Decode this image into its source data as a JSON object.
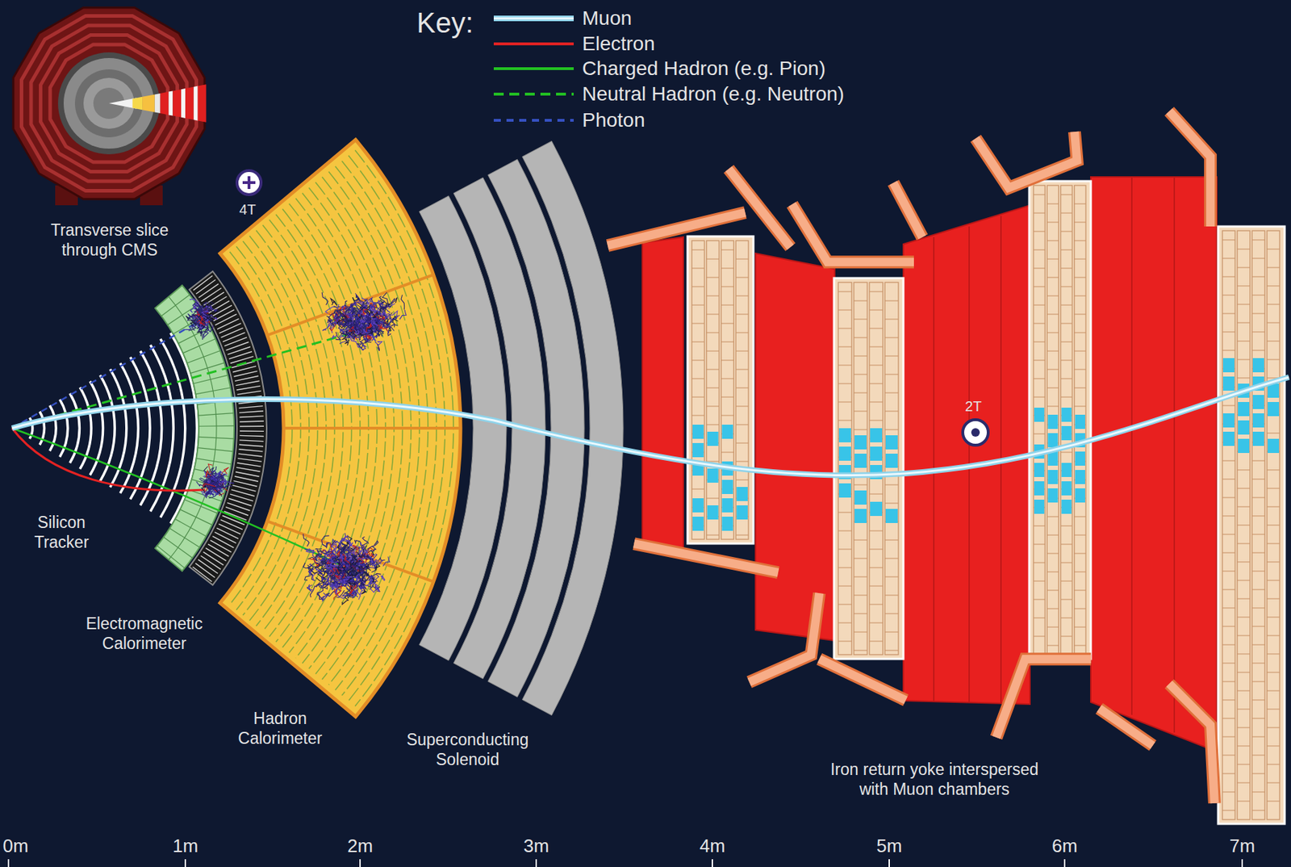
{
  "diagram": {
    "labels": [
      "Key:",
      "Transverse slice through CMS",
      "4T",
      "Silicon Tracker",
      "Electromagnetic Calorimeter",
      "Hadron Calorimeter",
      "Superconducting Solenoid",
      "2T",
      "Iron return yoke interspersed with Muon chambers",
      "0m",
      "1m",
      "2m",
      "3m",
      "4m",
      "5m",
      "6m",
      "7m"
    ],
    "legend": [
      {
        "text": "Muon"
      },
      {
        "text": "Electron"
      },
      {
        "text": "Charged Hadron (e.g. Pion)"
      },
      {
        "text": "Neutral Hadron (e.g. Neutron)"
      },
      {
        "text": "Photon"
      }
    ]
  }
}
